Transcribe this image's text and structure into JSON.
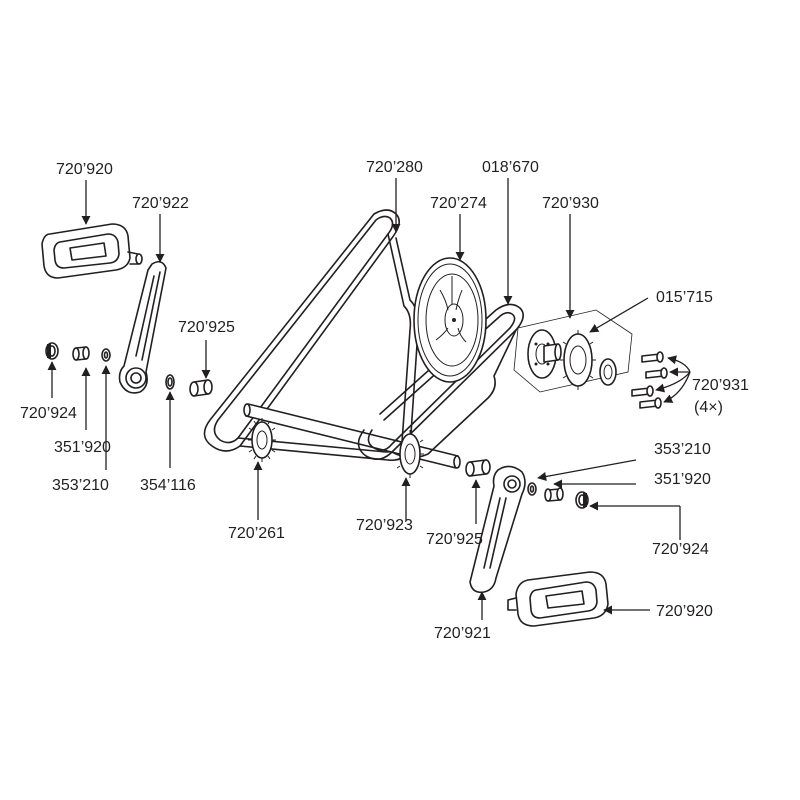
{
  "labels": {
    "pedal_left": "720’920",
    "crank_left": "720’922",
    "cap_left": "720’924",
    "bolt_left": "351’920",
    "washer_left": "353’210",
    "ring_left": "354’116",
    "bushing_left": "720’925",
    "sprocket_small_left": "720’261",
    "chain_outer": "720’280",
    "chainring": "720’274",
    "chain_inner": "018’670",
    "hub_assembly": "720’930",
    "freewheel": "015’715",
    "hub_bolts": "720’931",
    "hub_bolts_qty": "(4×)",
    "sprocket_small_right": "720’923",
    "bushing_right": "720’925",
    "crank_right": "720’921",
    "washer_right": "353’210",
    "bolt_right": "351’920",
    "cap_right": "720’924",
    "pedal_right": "720’920"
  }
}
